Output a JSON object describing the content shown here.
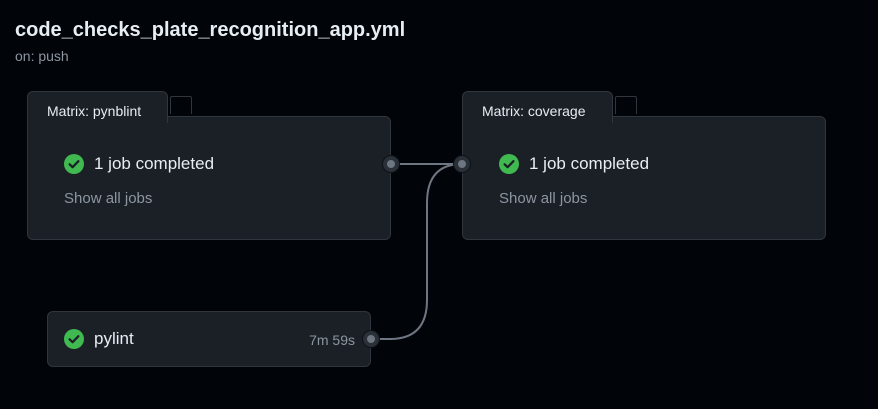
{
  "workflow": {
    "title": "code_checks_plate_recognition_app.yml",
    "trigger": "on: push"
  },
  "matrices": [
    {
      "label": "Matrix: pynblint",
      "status": "1 job completed",
      "link": "Show all jobs",
      "status_icon": "check-circle-icon"
    },
    {
      "label": "Matrix: coverage",
      "status": "1 job completed",
      "link": "Show all jobs",
      "status_icon": "check-circle-icon"
    }
  ],
  "job": {
    "name": "pylint",
    "duration": "7m 59s",
    "status_icon": "check-circle-icon"
  },
  "colors": {
    "background": "#010409",
    "card": "#1b1f26",
    "border": "#30363d",
    "success": "#3fb950",
    "text": "#e6edf3",
    "muted": "#8d96a0",
    "connector": "#6e7681"
  }
}
